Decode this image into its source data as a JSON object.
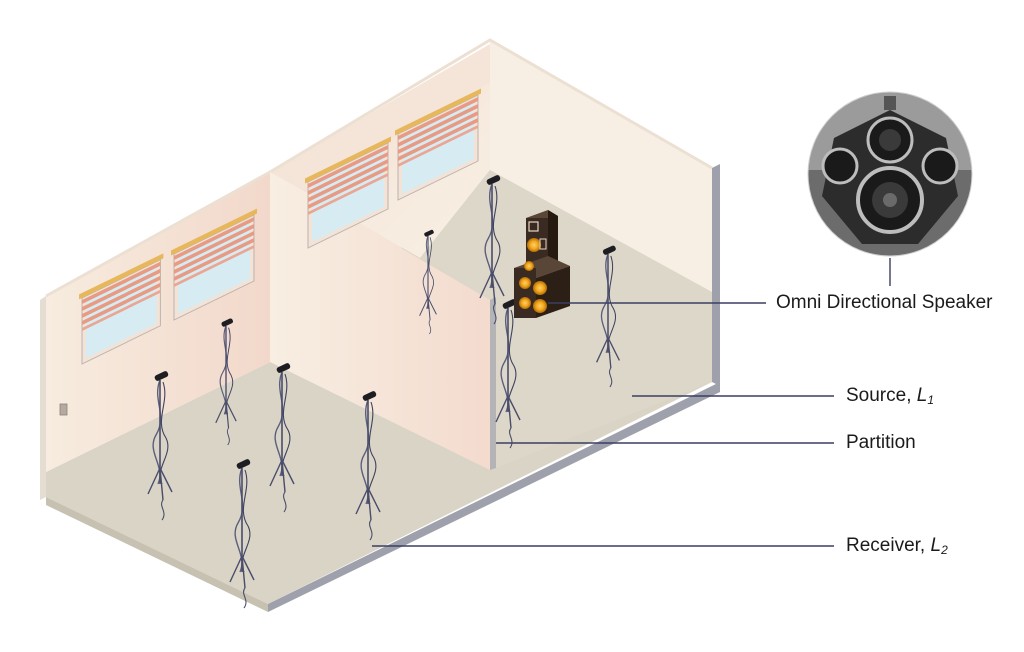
{
  "labels": {
    "speaker": "Omni Directional Speaker",
    "source": {
      "text": "Source, ",
      "var": "L",
      "sub": "1"
    },
    "partition": "Partition",
    "receiver": {
      "text": "Receiver, ",
      "var": "L",
      "sub": "2"
    }
  },
  "colors": {
    "floor": "#d9d4c5",
    "back_wall": "#f4e3d6",
    "wall_edge": "#9ea1ab",
    "blind_stripe": "#e79b85",
    "window_glass": "#d7ecf2",
    "leader_line": "#3c3f62",
    "speaker_cabinet": "#3a2b22",
    "speaker_cone": "#f2a81c"
  },
  "icons": [
    "microphone-icon",
    "loudspeaker-stack-icon",
    "dodecahedron-speaker-icon",
    "wall-socket-icon"
  ]
}
